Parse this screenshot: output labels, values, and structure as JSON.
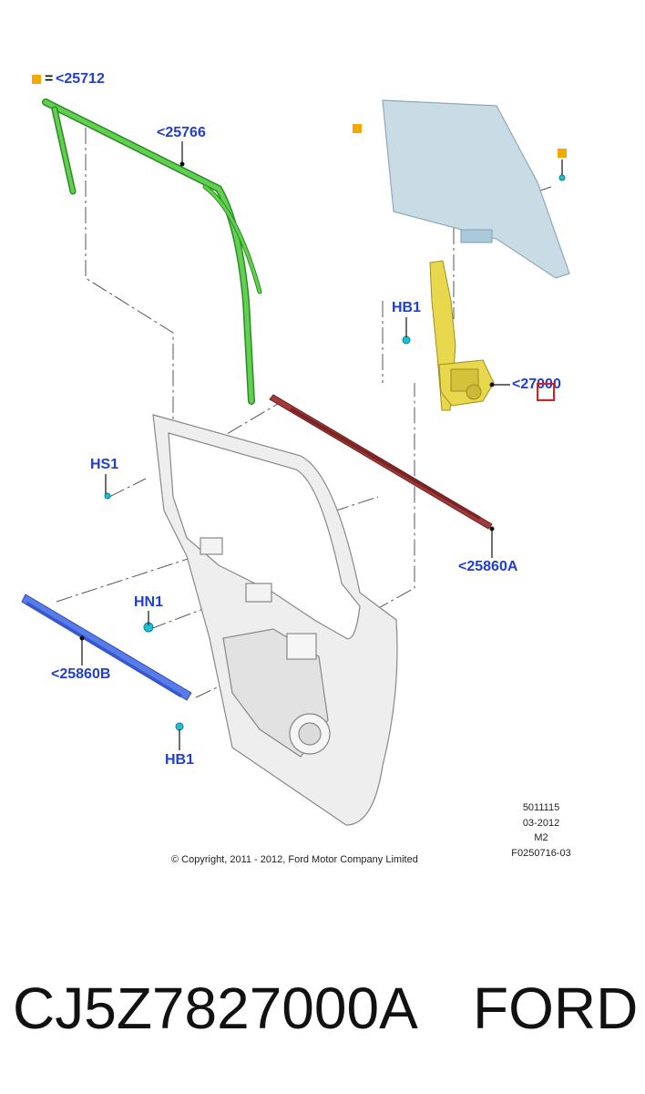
{
  "legend": {
    "equals_text": "= ",
    "ref": "<25712"
  },
  "callouts": {
    "c25766": "<25766",
    "c27000": "<27000",
    "c25860a": "<25860A",
    "c25860b": "<25860B",
    "hb1_top": "HB1",
    "hb1_bottom": "HB1",
    "hs1": "HS1",
    "hn1": "HN1"
  },
  "meta_lines": [
    "5011115",
    "03-2012",
    "M2",
    "F0250716-03"
  ],
  "copyright": "© Copyright, 2011 - 2012, Ford Motor Company Limited",
  "caption": {
    "part_number": "CJ5Z7827000A",
    "brand": "FORD"
  },
  "colors": {
    "callout_text": "#1f3fd0",
    "marker": "#f5a800",
    "highlight": "#e01b1b",
    "glass": "#c9dce6",
    "run_channel": "#4cbf3f",
    "regulator": "#e8d84e",
    "belt_outer": "#8b2a2a",
    "belt_inner": "#4f6fe0",
    "door_panel": "#eeeeee",
    "fastener": "#19c2d6"
  },
  "icons": [
    "square-marker-icon",
    "fastener-icon"
  ]
}
